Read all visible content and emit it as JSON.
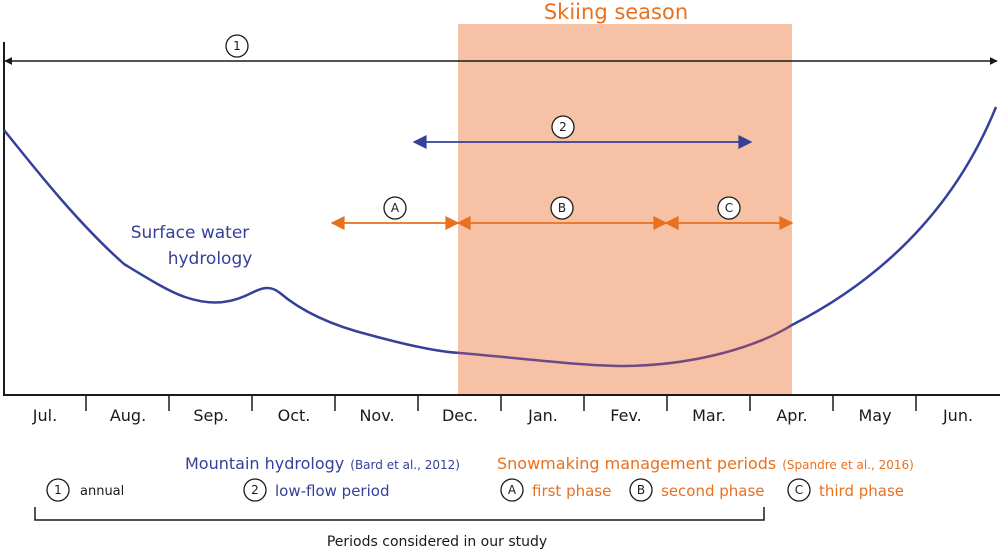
{
  "colors": {
    "blue": "#34409a",
    "orange": "#e8701f",
    "season_fill": "#f6c1a5",
    "black": "#1a1a1a"
  },
  "season_label": "Skiing season",
  "curve_label_line1": "Surface water",
  "curve_label_line2": "hydrology",
  "months": [
    "Jul.",
    "Aug.",
    "Sep.",
    "Oct.",
    "Nov.",
    "Dec.",
    "Jan.",
    "Fev.",
    "Mar.",
    "Apr.",
    "May",
    "Jun."
  ],
  "periods": {
    "p1": "1",
    "p2": "2",
    "pa": "A",
    "pb": "B",
    "pc": "C"
  },
  "legend": {
    "mountain_title": "Mountain hydrology",
    "mountain_ref": "(Bard et al., 2012)",
    "snowmaking_title": "Snowmaking management periods",
    "snowmaking_ref": "(Spandre et al., 2016)",
    "item1_sym": "1",
    "item1_label": "annual",
    "item2_sym": "2",
    "item2_label": "low-flow period",
    "itemA_sym": "A",
    "itemA_label": "first phase",
    "itemB_sym": "B",
    "itemB_label": "second phase",
    "itemC_sym": "C",
    "itemC_label": "third phase",
    "bracket_label": "Periods considered in our study"
  }
}
